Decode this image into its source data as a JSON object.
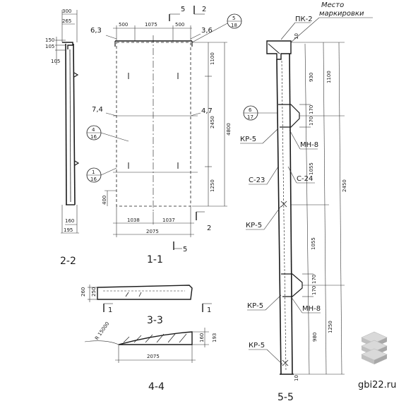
{
  "views": {
    "v22": {
      "label": "2-2",
      "dims": [
        "300",
        "265",
        "150",
        "105",
        "105",
        "160",
        "195"
      ]
    },
    "v11": {
      "label": "1-1",
      "top_dims": [
        "500",
        "1075",
        "500"
      ],
      "left_marks": [
        "6,3",
        "7,4"
      ],
      "right_marks": [
        "3,6",
        "4,7"
      ],
      "vert_dims": [
        "1100",
        "2450",
        "1250",
        "4800",
        "400"
      ],
      "bottom_dims": [
        "1038",
        "1037",
        "2075"
      ],
      "section_marks": [
        "5",
        "2",
        "2",
        "5"
      ],
      "callouts": [
        {
          "top": "5",
          "bottom": "18"
        },
        {
          "top": "4",
          "bottom": "16"
        },
        {
          "top": "1",
          "bottom": "16"
        }
      ]
    },
    "v33": {
      "label": "3-3",
      "dims": [
        "260",
        "250"
      ],
      "marks": [
        "1",
        "1"
      ]
    },
    "v44": {
      "label": "4-4",
      "dims": [
        "R 15000",
        "160",
        "193",
        "2075"
      ]
    },
    "v55": {
      "label": "5-5",
      "note_line1": "Место",
      "note_line2": "маркировки",
      "tags": [
        "ПК-2",
        "КР-5",
        "МН-8",
        "С-23",
        "С-24",
        "КР-5",
        "КР-5",
        "МН-8",
        "КР-5"
      ],
      "inner_dims": [
        "930",
        "170",
        "170",
        "1055",
        "1055",
        "170",
        "170",
        "980"
      ],
      "outer_dims": [
        "1100",
        "2450",
        "1250"
      ],
      "top_dim": "10",
      "bottom_dim": "10",
      "callout": {
        "top": "6",
        "bottom": "17"
      }
    }
  },
  "watermark": "gbi22.ru"
}
